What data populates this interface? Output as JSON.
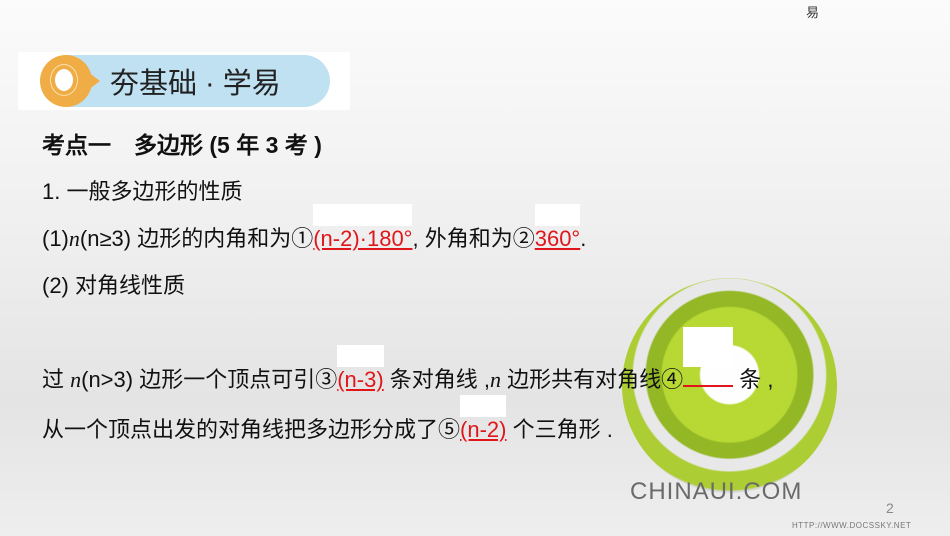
{
  "watermark_top": "易",
  "banner": {
    "title": "夯基础 · 学易"
  },
  "heading": "考点一　多边形 (5 年 3 考 )",
  "section1": "1. 一般多边形的性质",
  "item1": {
    "prefix": "(1)",
    "n": "n",
    "cond": "(n≥3) 边形的内角和为①",
    "ans1": "(n-2)·180°",
    "mid": ", 外角和为②",
    "ans2": "360°",
    "end": "."
  },
  "item2": "(2) 对角线性质",
  "line3": {
    "pre": "过 ",
    "n": "n",
    "cond": "(n>3) 边形一个顶点可引③",
    "ans3": "(n-3)",
    "mid": " 条对角线 ,",
    "n2": "n",
    "mid2": " 边形共有对角线④",
    "end": " 条 ,"
  },
  "line4": {
    "pre": "从一个顶点出发的对角线把多边形分成了⑤",
    "ans5": "(n-2)",
    "end": " 个三角形 ."
  },
  "logo_text": "CHINAUI.COM",
  "page_number": "2",
  "footer_url": "HTTP://WWW.DOCSSKY.NET",
  "colors": {
    "answer": "#e0161b",
    "banner": "#bfe1f2",
    "accent": "#f0ac45"
  }
}
